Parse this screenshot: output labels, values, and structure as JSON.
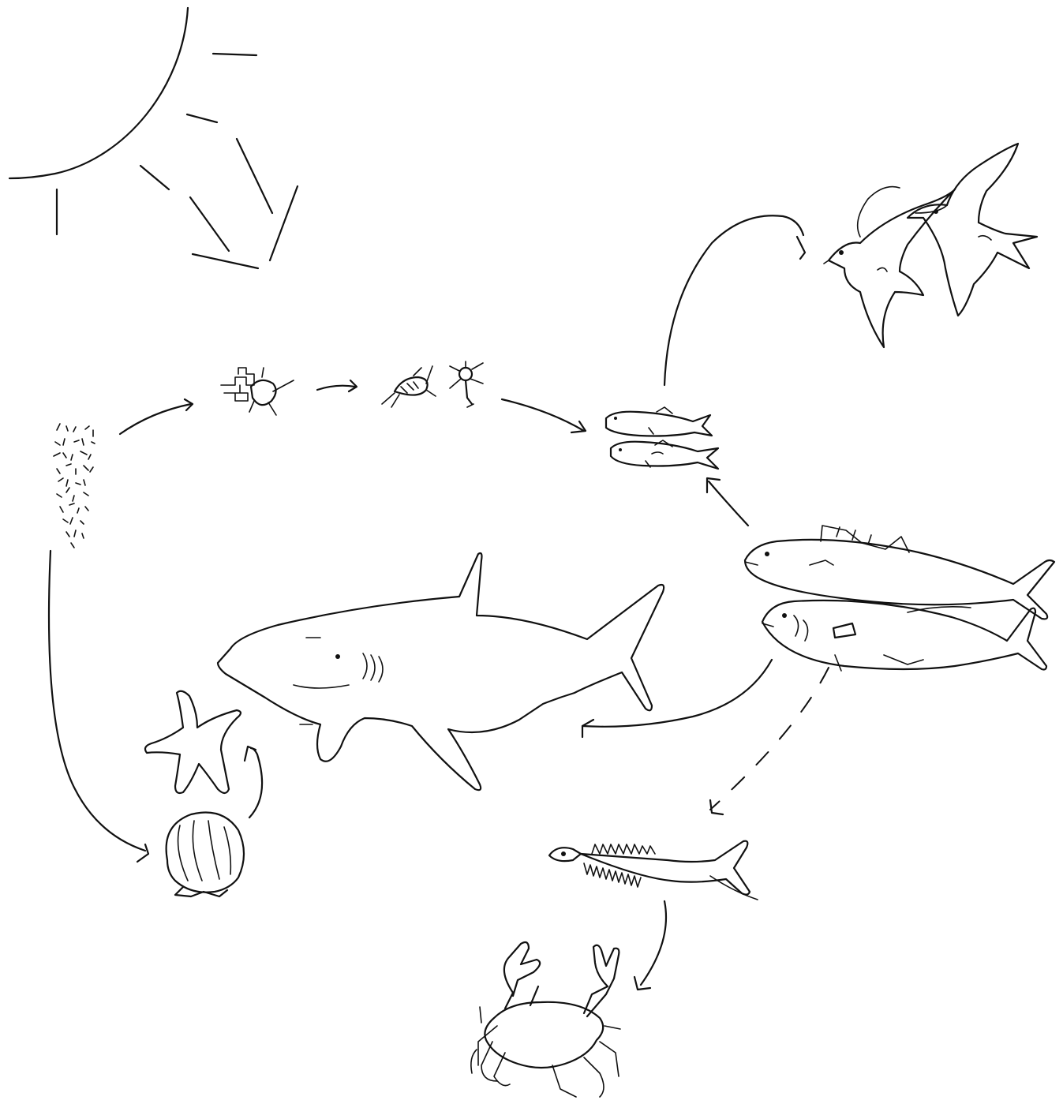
{
  "diagram": {
    "kind": "marine food web sketch",
    "ink_color": "#111111",
    "background": "#ffffff",
    "nodes": [
      {
        "id": "sun",
        "icon": "sun-icon"
      },
      {
        "id": "phytoplankton",
        "icon": "phytoplankton-icon"
      },
      {
        "id": "zooplankton",
        "icon": "zooplankton-icon"
      },
      {
        "id": "small-fish",
        "icon": "small-fish-icon"
      },
      {
        "id": "seabirds",
        "icon": "seabird-icon"
      },
      {
        "id": "large-fish",
        "icon": "large-fish-icon"
      },
      {
        "id": "shark",
        "icon": "shark-icon"
      },
      {
        "id": "scallop",
        "icon": "scallop-icon"
      },
      {
        "id": "starfish",
        "icon": "starfish-icon"
      },
      {
        "id": "fish-skeleton",
        "icon": "fish-skeleton-icon"
      },
      {
        "id": "crab",
        "icon": "crab-icon"
      }
    ],
    "edges": [
      {
        "from": "phytoplankton",
        "to": "zooplankton",
        "style": "solid"
      },
      {
        "from": "zooplankton",
        "to": "small-fish",
        "style": "solid"
      },
      {
        "from": "small-fish",
        "to": "seabirds",
        "style": "solid"
      },
      {
        "from": "large-fish",
        "to": "small-fish",
        "style": "solid"
      },
      {
        "from": "large-fish",
        "to": "shark",
        "style": "solid"
      },
      {
        "from": "large-fish",
        "to": "fish-skeleton",
        "style": "dashed"
      },
      {
        "from": "phytoplankton",
        "to": "scallop",
        "style": "solid"
      },
      {
        "from": "scallop",
        "to": "starfish",
        "style": "solid"
      },
      {
        "from": "fish-skeleton",
        "to": "crab",
        "style": "solid"
      }
    ]
  }
}
